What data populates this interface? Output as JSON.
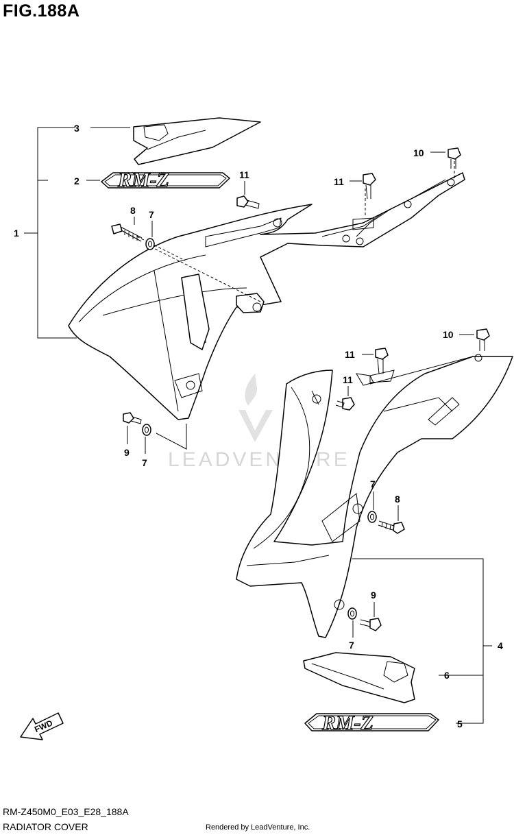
{
  "figure": {
    "title": "FIG.188A",
    "code": "RM-Z450M0_E03_E28_188A",
    "name": "RADIATOR COVER",
    "rendered_by": "Rendered by LeadVenture, Inc.",
    "watermark": "LEADVENTURE"
  },
  "decals": {
    "left_logo": "RM-Z",
    "right_logo": "RM-Z",
    "fwd_arrow": "FWD"
  },
  "callouts": {
    "c1": "1",
    "c2": "2",
    "c3": "3",
    "c4": "4",
    "c5": "5",
    "c6": "6",
    "c7a": "7",
    "c7b": "7",
    "c7c": "7",
    "c7d": "7",
    "c8a": "8",
    "c8b": "8",
    "c9a": "9",
    "c9b": "9",
    "c10a": "10",
    "c10b": "10",
    "c11a": "11",
    "c11b": "11",
    "c11c": "11",
    "c11d": "11"
  }
}
